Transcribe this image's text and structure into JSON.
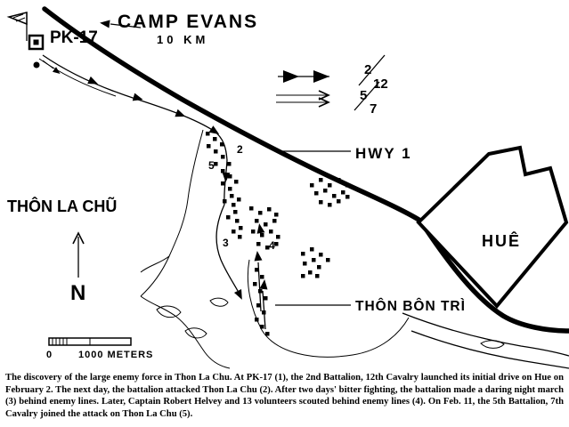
{
  "map": {
    "labels": {
      "camp_evans": "CAMP EVANS",
      "camp_evans_distance": "10 KM",
      "pk17": "PK-17",
      "hwy1": "HWY 1",
      "thon_la_chu": "THÔN LA CHŨ",
      "hue": "HUÊ",
      "thon_bon_tri": "THÔN BÔN TRÌ",
      "north": "N"
    },
    "legend": {
      "unit_2_12_numerator": "2",
      "unit_2_12_denominator": "12",
      "unit_5_7_numerator": "5",
      "unit_5_7_denominator": "7"
    },
    "scale": {
      "zero": "0",
      "distance_label": "1000 METERS"
    },
    "markers": {
      "point2": "2",
      "point3": "3",
      "point4": "4",
      "point5": "5"
    },
    "colors": {
      "ink": "#000000",
      "paper": "#ffffff"
    },
    "enemy_positions": [
      [
        231,
        148
      ],
      [
        239,
        154
      ],
      [
        232,
        162
      ],
      [
        240,
        168
      ],
      [
        247,
        160
      ],
      [
        248,
        174
      ],
      [
        240,
        182
      ],
      [
        248,
        190
      ],
      [
        255,
        182
      ],
      [
        256,
        196
      ],
      [
        248,
        204
      ],
      [
        256,
        210
      ],
      [
        263,
        202
      ],
      [
        258,
        218
      ],
      [
        250,
        224
      ],
      [
        260,
        228
      ],
      [
        266,
        222
      ],
      [
        262,
        236
      ],
      [
        254,
        242
      ],
      [
        264,
        246
      ],
      [
        268,
        254
      ],
      [
        260,
        258
      ],
      [
        267,
        264
      ],
      [
        280,
        232
      ],
      [
        290,
        237
      ],
      [
        300,
        233
      ],
      [
        308,
        239
      ],
      [
        286,
        246
      ],
      [
        296,
        250
      ],
      [
        306,
        246
      ],
      [
        282,
        258
      ],
      [
        292,
        262
      ],
      [
        302,
        258
      ],
      [
        310,
        264
      ],
      [
        288,
        272
      ],
      [
        298,
        276
      ],
      [
        308,
        272
      ],
      [
        348,
        206
      ],
      [
        358,
        200
      ],
      [
        368,
        206
      ],
      [
        378,
        200
      ],
      [
        388,
        206
      ],
      [
        353,
        215
      ],
      [
        363,
        212
      ],
      [
        373,
        218
      ],
      [
        383,
        214
      ],
      [
        358,
        225
      ],
      [
        368,
        228
      ],
      [
        378,
        224
      ],
      [
        388,
        219
      ],
      [
        338,
        283
      ],
      [
        348,
        278
      ],
      [
        358,
        284
      ],
      [
        366,
        290
      ],
      [
        340,
        294
      ],
      [
        350,
        290
      ],
      [
        356,
        298
      ],
      [
        346,
        304
      ],
      [
        338,
        308
      ],
      [
        354,
        308
      ],
      [
        286,
        301
      ],
      [
        292,
        309
      ],
      [
        284,
        317
      ],
      [
        290,
        325
      ],
      [
        296,
        333
      ],
      [
        288,
        341
      ],
      [
        294,
        349
      ],
      [
        286,
        357
      ],
      [
        292,
        365
      ],
      [
        298,
        373
      ]
    ]
  },
  "caption": {
    "text": "The discovery of the large enemy force in Thon La Chu. At PK-17 (1), the 2nd Battalion, 12th Cavalry launched its initial drive on Hue on February 2. The next day, the battalion attacked Thon La Chu (2). After two days' bitter fighting, the battalion made a daring night march (3) behind enemy lines. Later, Captain Robert Helvey and 13 volunteers scouted behind enemy lines (4). On Feb. 11, the 5th Battalion, 7th Cavalry joined the attack on Thon La Chu (5)."
  }
}
